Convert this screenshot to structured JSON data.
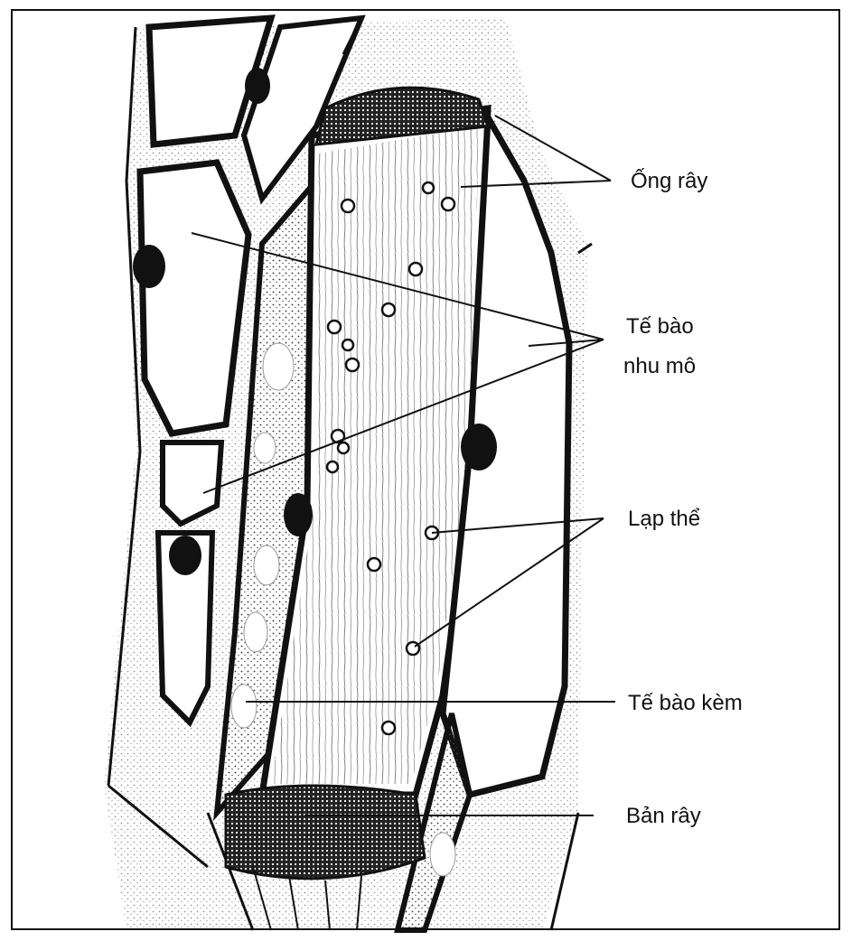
{
  "diagram": {
    "labels": {
      "sieve_tube": "Ống rây",
      "parenchyma_line1": "Tế bào",
      "parenchyma_line2": "nhu mô",
      "plastid": "Lạp thể",
      "companion_cell": "Tế bào kèm",
      "sieve_plate": "Bản rây"
    },
    "colors": {
      "ink": "#111111",
      "stipple": "#8a8a8a",
      "background": "#ffffff"
    }
  }
}
